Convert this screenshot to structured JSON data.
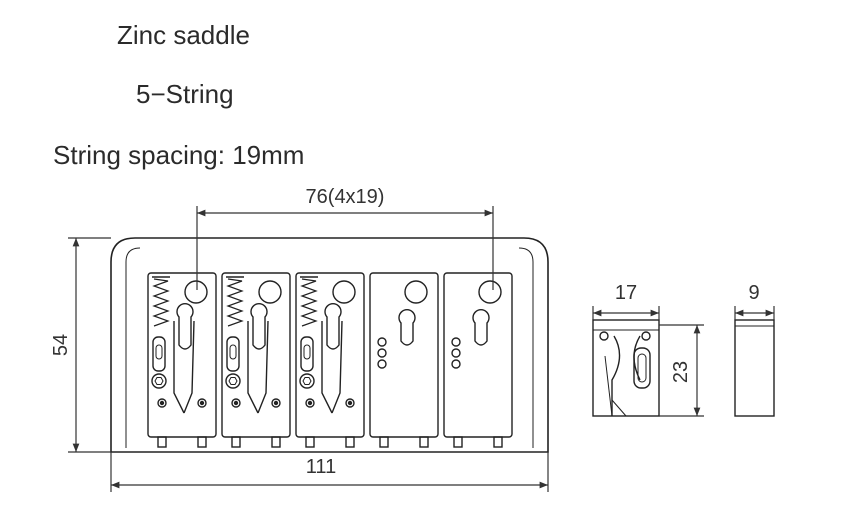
{
  "headings": {
    "material": "Zinc saddle",
    "strings": "5−String",
    "spacing": "String spacing: 19mm"
  },
  "dimensions": {
    "spacing_total": "76(4x19)",
    "height": "54",
    "width": "111",
    "saddle_width": "17",
    "saddle_height": "23",
    "saddle_depth": "9"
  },
  "colors": {
    "line": "#222222",
    "dim_line": "#333333",
    "background": "#ffffff"
  }
}
